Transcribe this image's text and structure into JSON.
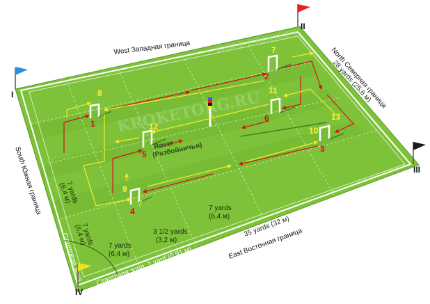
{
  "labels": {
    "west": "West Западная граница",
    "north": "North Северная граница",
    "north_dims": "28 yards (25,6 м)",
    "south": "South Южная граница",
    "east": "East Восточная граница",
    "east_dims": "35 yards (32 м)",
    "start_zone": "Стартовая зона, 1 yard (0,91 м)",
    "start_zone_vertical": "Стартовая зона",
    "watermark_title": "GOLF CROQUET",
    "watermark_site": "KROKETORG.RU",
    "rover_line1": "Rover",
    "rover_line2": "(Разбойничьи)",
    "dim_7_yards": "7 yards",
    "dim_7_metric": "(6,4 м)",
    "dim_3half_yards": "3 1/2 yards",
    "dim_3half_metric": "(3,2 м)"
  },
  "corners": [
    "I",
    "II",
    "III",
    "IV"
  ],
  "hoops": {
    "red_numbers": [
      "1",
      "2",
      "3",
      "4",
      "5",
      "6"
    ],
    "yellow_numbers": [
      "7",
      "8",
      "9",
      "10",
      "11",
      "12",
      "13"
    ]
  },
  "colors": {
    "grass": "#7ec23a",
    "grass_dark": "#6aae2c",
    "arrow_red": "#d41414",
    "arrow_yellow": "#f2ec2a",
    "flag_blue": "#2a8fe0",
    "flag_red": "#e02424",
    "flag_black": "#1a1a1a",
    "flag_yellow": "#f0e020"
  }
}
